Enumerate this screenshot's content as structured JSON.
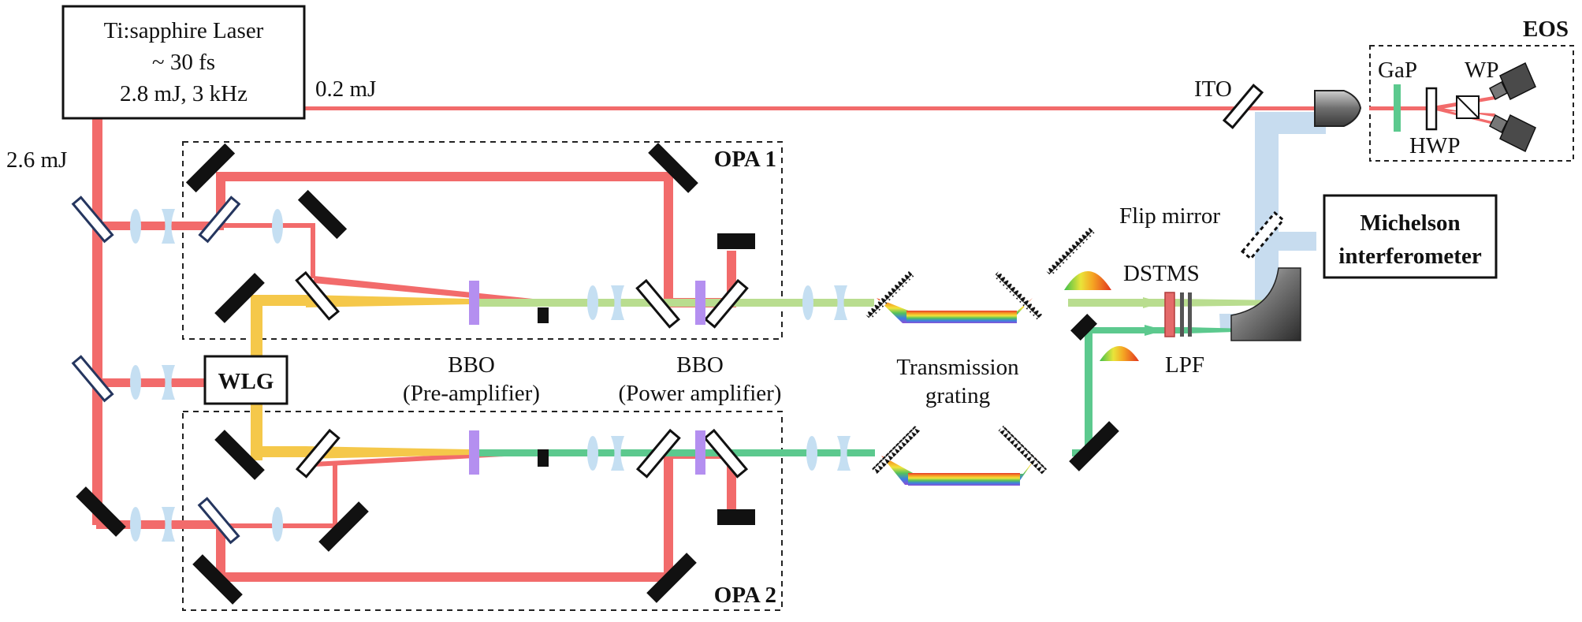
{
  "laser": {
    "line1": "Ti:sapphire Laser",
    "line2": "~ 30 fs",
    "line3": "2.8 mJ, 3 kHz"
  },
  "beams": {
    "probe_energy": "0.2 mJ",
    "pump_energy": "2.6 mJ"
  },
  "opa1": {
    "label": "OPA 1"
  },
  "opa2": {
    "label": "OPA 2"
  },
  "wlg": {
    "label": "WLG"
  },
  "bbo_pre": {
    "label": "BBO",
    "sublabel": "(Pre-amplifier)"
  },
  "bbo_power": {
    "label": "BBO",
    "sublabel": "(Power amplifier)"
  },
  "grating": {
    "line1": "Transmission",
    "line2": "grating"
  },
  "dstms": {
    "label": "DSTMS"
  },
  "lpf": {
    "label": "LPF"
  },
  "flip_mirror": {
    "label": "Flip mirror"
  },
  "ito": {
    "label": "ITO"
  },
  "michelson": {
    "line1": "Michelson",
    "line2": "interferometer"
  },
  "eos": {
    "title": "EOS",
    "gap": "GaP",
    "wp": "WP",
    "hwp": "HWP"
  },
  "colors": {
    "pump": "#f26b6b",
    "white_light": "#f5c84a",
    "signal1": "#b9dd8f",
    "signal2": "#5cc98e",
    "thz": "#c7dcef",
    "lens": "#c5dff2",
    "bbo": "#b48ff0",
    "optic": "#111111",
    "splitter_edge": "#25365f"
  }
}
